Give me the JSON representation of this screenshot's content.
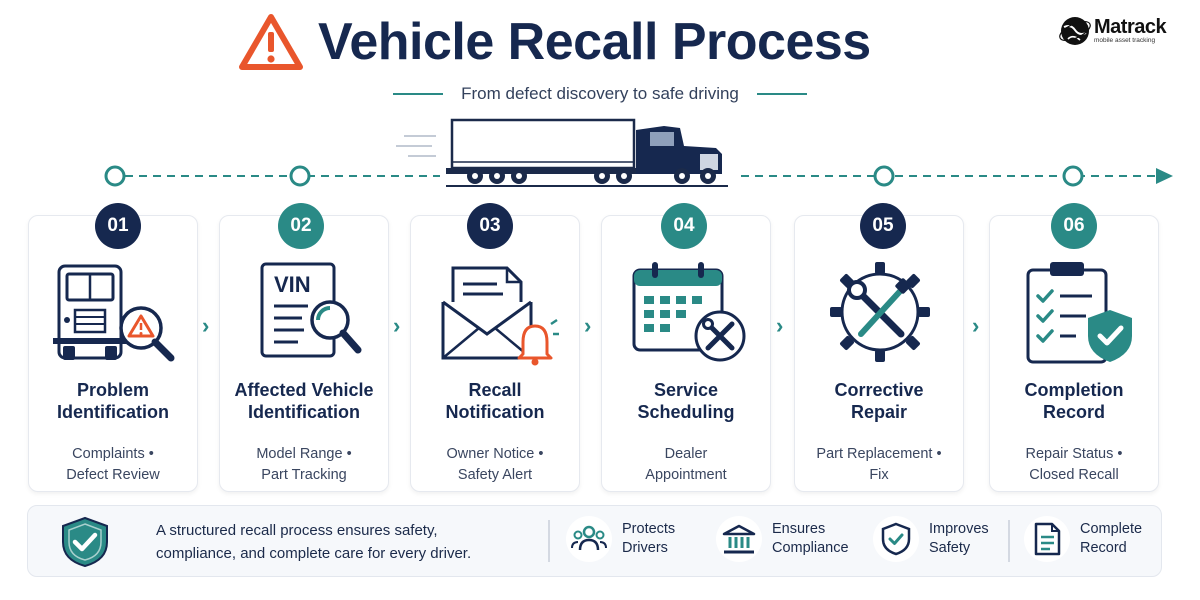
{
  "header": {
    "title": "Vehicle Recall Process",
    "subtitle": "From defect discovery to safe driving"
  },
  "logo": {
    "name": "Matrack",
    "tagline": "mobile asset tracking"
  },
  "colors": {
    "navy": "#16284f",
    "teal": "#2a8a86",
    "orange": "#e9562c"
  },
  "steps": [
    {
      "number": "01",
      "title_line1": "Problem",
      "title_line2": "Identification",
      "desc_line1": "Complaints •",
      "desc_line2": "Defect Review",
      "icon": "truck-warning-magnifier-icon"
    },
    {
      "number": "02",
      "title_line1": "Affected Vehicle",
      "title_line2": "Identification",
      "desc_line1": "Model Range •",
      "desc_line2": "Part Tracking",
      "icon": "vin-document-magnifier-icon",
      "icon_text": "VIN"
    },
    {
      "number": "03",
      "title_line1": "Recall",
      "title_line2": "Notification",
      "desc_line1": "Owner Notice •",
      "desc_line2": "Safety Alert",
      "icon": "envelope-bell-icon"
    },
    {
      "number": "04",
      "title_line1": "Service",
      "title_line2": "Scheduling",
      "desc_line1": "Dealer",
      "desc_line2": "Appointment",
      "icon": "calendar-tools-icon"
    },
    {
      "number": "05",
      "title_line1": "Corrective",
      "title_line2": "Repair",
      "desc_line1": "Part Replacement •",
      "desc_line2": "Fix",
      "icon": "gear-wrench-screwdriver-icon"
    },
    {
      "number": "06",
      "title_line1": "Completion",
      "title_line2": "Record",
      "desc_line1": "Repair Status •",
      "desc_line2": "Closed Recall",
      "icon": "clipboard-shield-check-icon"
    }
  ],
  "footer": {
    "message_line1": "A structured recall process ensures safety,",
    "message_line2": "compliance, and complete care for every driver.",
    "features": [
      {
        "line1": "Protects",
        "line2": "Drivers",
        "icon": "people-icon"
      },
      {
        "line1": "Ensures",
        "line2": "Compliance",
        "icon": "institution-icon"
      },
      {
        "line1": "Improves",
        "line2": "Safety",
        "icon": "shield-check-icon"
      },
      {
        "line1": "Complete",
        "line2": "Record",
        "icon": "document-icon"
      }
    ]
  }
}
